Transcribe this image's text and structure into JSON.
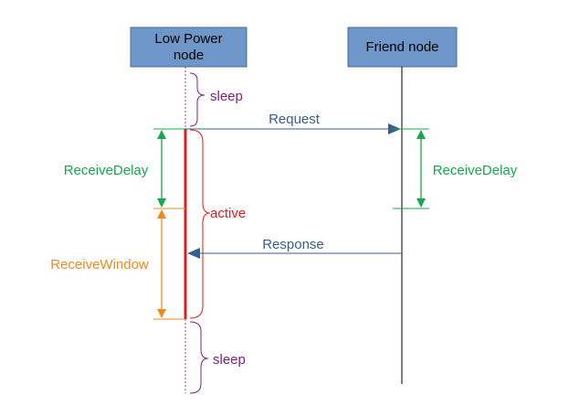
{
  "nodes": {
    "low_power": {
      "line1": "Low Power",
      "line2": "node"
    },
    "friend": {
      "label": "Friend node"
    }
  },
  "states": {
    "sleep_top": "sleep",
    "active": "active",
    "sleep_bottom": "sleep"
  },
  "messages": {
    "request": "Request",
    "response": "Response"
  },
  "intervals": {
    "receive_delay_left": "ReceiveDelay",
    "receive_window": "ReceiveWindow",
    "receive_delay_right": "ReceiveDelay"
  },
  "colors": {
    "box_fill": "#6f96c8",
    "box_stroke": "#4a6e9e",
    "message": "#376092",
    "receive_delay": "#17a84a",
    "receive_window": "#f18a1c",
    "active": "#e31b1b",
    "sleep": "#7f1f80",
    "lifeline": "#000000",
    "dotted_lifeline": "#a040a8"
  }
}
